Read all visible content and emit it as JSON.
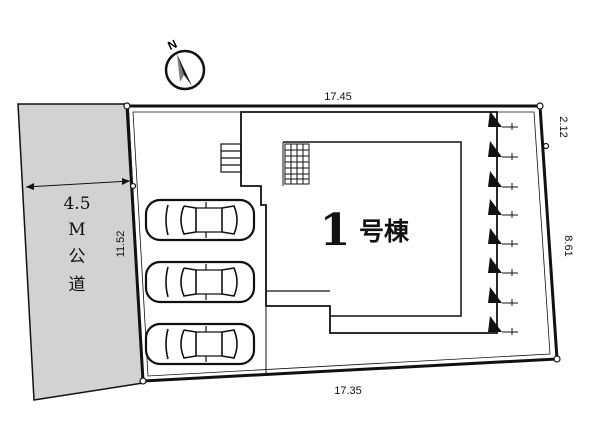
{
  "compass": {
    "label": "N",
    "icon": "north-arrow-icon"
  },
  "road": {
    "width_label": "4.5",
    "unit_label": "M",
    "name_line1": "公",
    "name_line2": "道"
  },
  "dimensions": {
    "top": "17.45",
    "bottom": "17.35",
    "left": "11.52",
    "right_upper": "2.12",
    "right_lower": "8.61"
  },
  "building": {
    "number": "1",
    "label": "号棟"
  },
  "parking": {
    "car_count": 3,
    "car_icon": "car-icon"
  },
  "colors": {
    "road": "#d2d2d2",
    "line": "#111111",
    "background": "#ffffff"
  }
}
